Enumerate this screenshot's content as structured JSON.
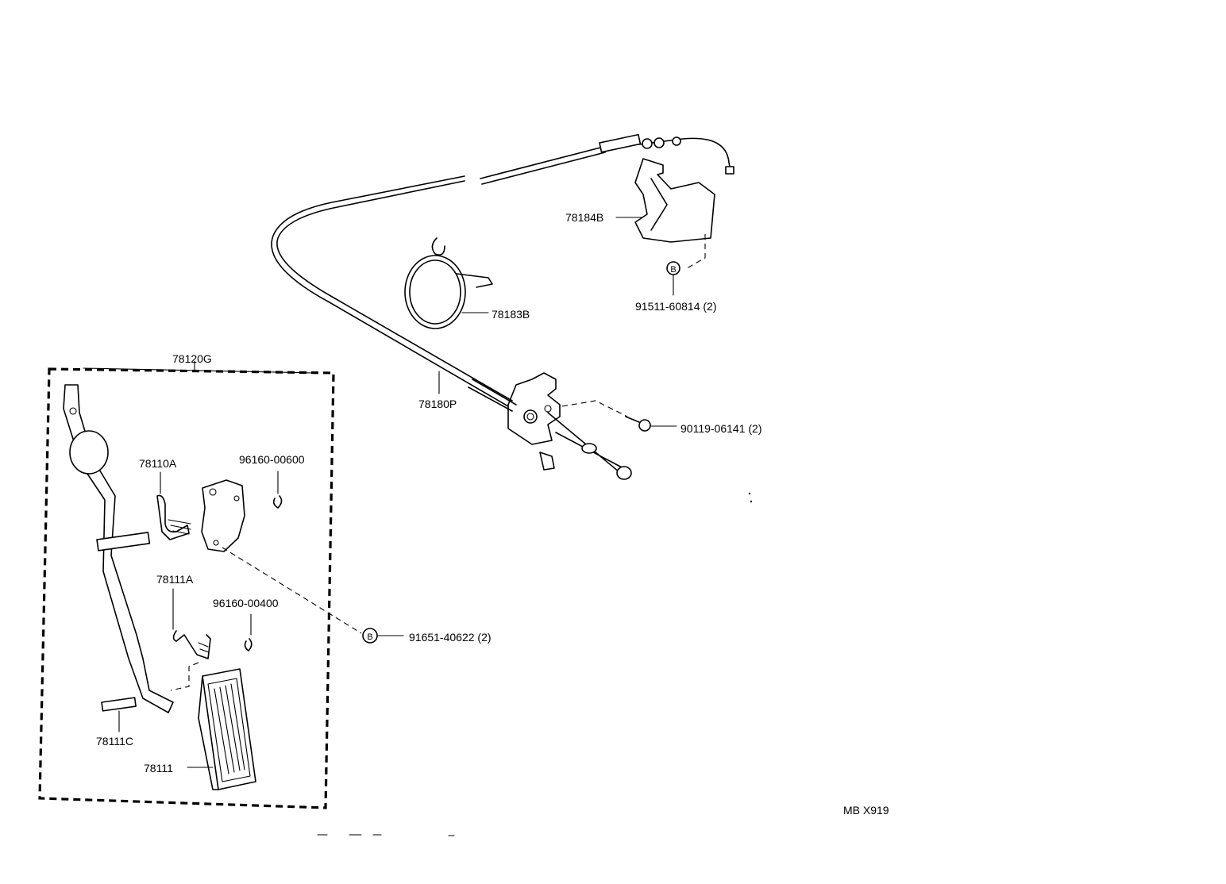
{
  "diagram": {
    "parts": {
      "assembly": "78120G",
      "pedal_lever": "78110A",
      "spring": "78111A",
      "pin": "78111C",
      "pedal_pad": "78111",
      "clip_a": "96160-00600",
      "clip_b": "96160-00400",
      "bolt_b": "91651-40622 (2)",
      "cable": "78180P",
      "clamp": "78183B",
      "bracket": "78184B",
      "bolt_a": "91511-60814 (2)",
      "bolt_c": "90119-06141 (2)"
    },
    "bolt_marker": "B",
    "code": "MB X919"
  }
}
